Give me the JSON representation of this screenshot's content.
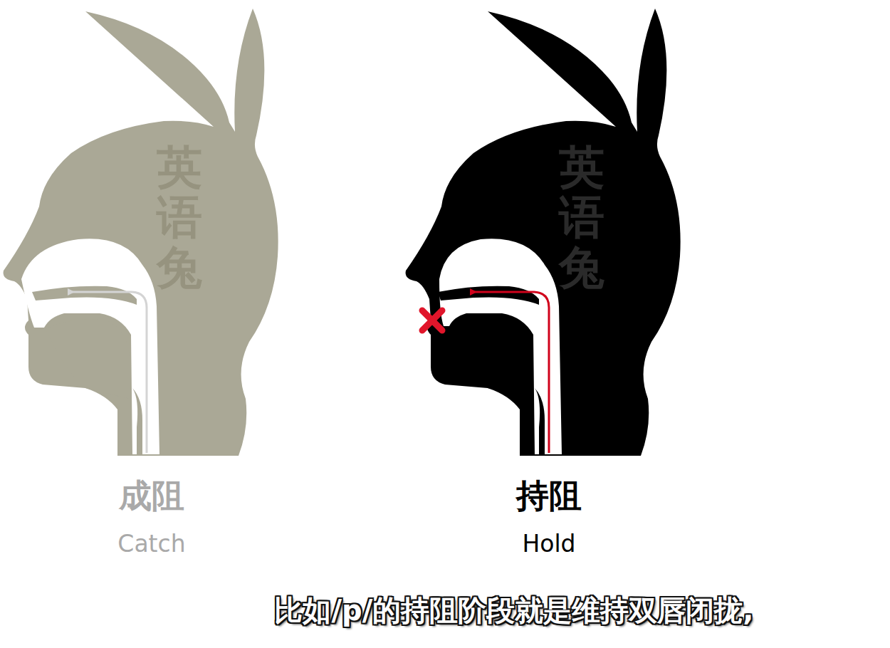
{
  "diagram": {
    "labels": [
      "英语兔",
      "英语兔",
      "成阻",
      "Catch",
      "持阻",
      "Hold",
      "比如/p/的持阻阶段就是维持双唇闭拢,"
    ]
  }
}
